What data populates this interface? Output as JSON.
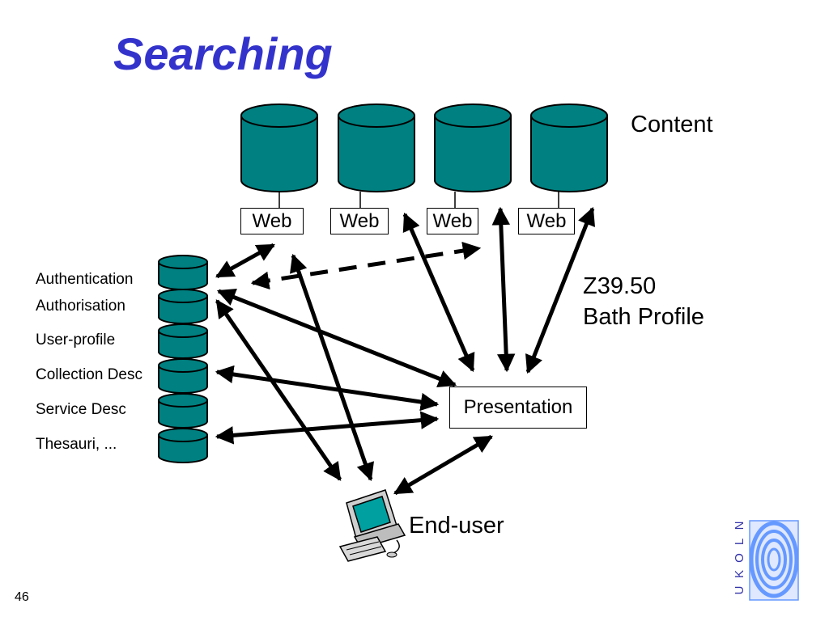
{
  "title": "Searching",
  "content_label": "Content",
  "protocol_label_line1": "Z39.50",
  "protocol_label_line2": "Bath Profile",
  "web_labels": [
    "Web",
    "Web",
    "Web",
    "Web"
  ],
  "presentation_label": "Presentation",
  "end_user_label": "End-user",
  "side_services": [
    "Authentication",
    "Authorisation",
    "User-profile",
    "Collection Desc",
    "Service Desc",
    "Thesauri, ..."
  ],
  "page_number": "46",
  "logo": {
    "letters": [
      "N",
      "L",
      "O",
      "K",
      "U"
    ]
  },
  "colors": {
    "title": "#3333cc",
    "database": "#008080",
    "logo": "#6699ff"
  }
}
